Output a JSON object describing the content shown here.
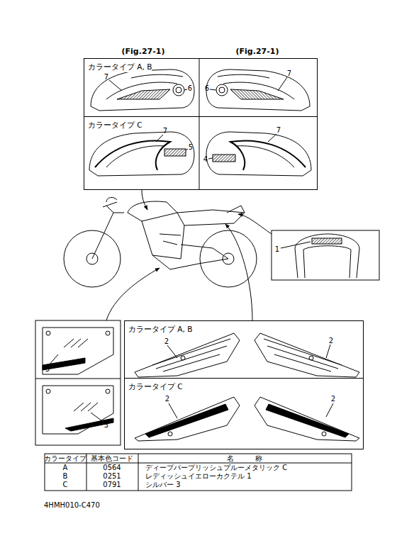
{
  "diagram": {
    "nodes": [
      {
        "text": [
          "カラータイプ A, B"
        ]
      },
      {
        "text": [
          "カラータイプ C"
        ]
      },
      {
        "text": [
          "カラータイプ A, B"
        ]
      },
      {
        "text": [
          "カラータイプ C"
        ]
      }
    ],
    "labels": [
      "(Fig.27-1)",
      "(Fig.27-1)",
      "7",
      "6",
      "6",
      "7",
      "7",
      "5",
      "4",
      "7",
      "1",
      "3",
      "3",
      "2",
      "2",
      "2",
      "2",
      "カラータイプ",
      "基本色コード",
      "名　　　称",
      "A",
      "0564",
      "ディープパープリッシュブルーメタリック C",
      "B",
      "0251",
      "レディッシュイエローカクテル 1",
      "C",
      "0791",
      "シルバー 3",
      "4HMH010-C470"
    ]
  }
}
